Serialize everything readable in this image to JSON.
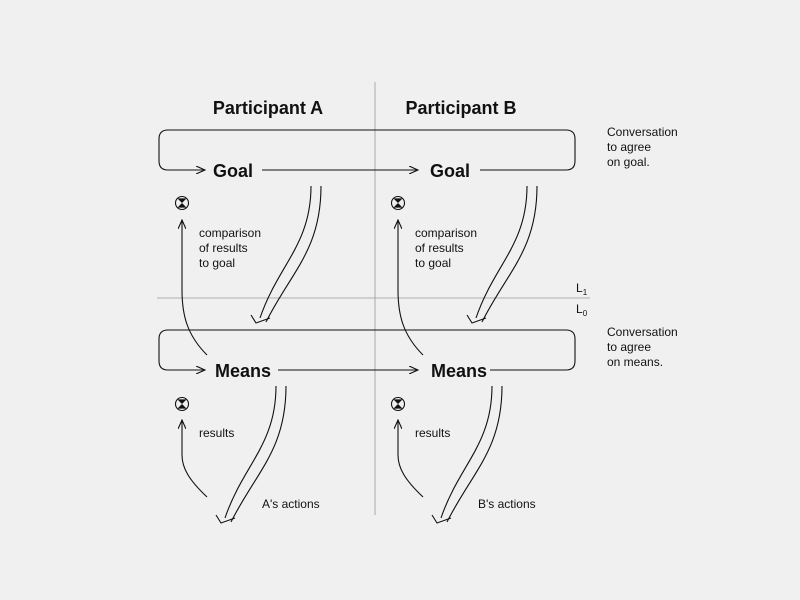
{
  "participants": {
    "a": "Participant A",
    "b": "Participant B"
  },
  "nodes": {
    "goal_a": "Goal",
    "goal_b": "Goal",
    "means_a": "Means",
    "means_b": "Means"
  },
  "labels": {
    "comparison_a": [
      "comparison",
      "of results",
      "to goal"
    ],
    "comparison_b": [
      "comparison",
      "of results",
      "to goal"
    ],
    "results_a": "results",
    "results_b": "results",
    "actions_a": "A's actions",
    "actions_b": "B's actions"
  },
  "levels": {
    "l1": "L",
    "l1_sub": "1",
    "l0": "L",
    "l0_sub": "0"
  },
  "conversations": {
    "goal": [
      "Conversation",
      "to agree",
      "on goal."
    ],
    "means": [
      "Conversation",
      "to agree",
      "on means."
    ]
  }
}
